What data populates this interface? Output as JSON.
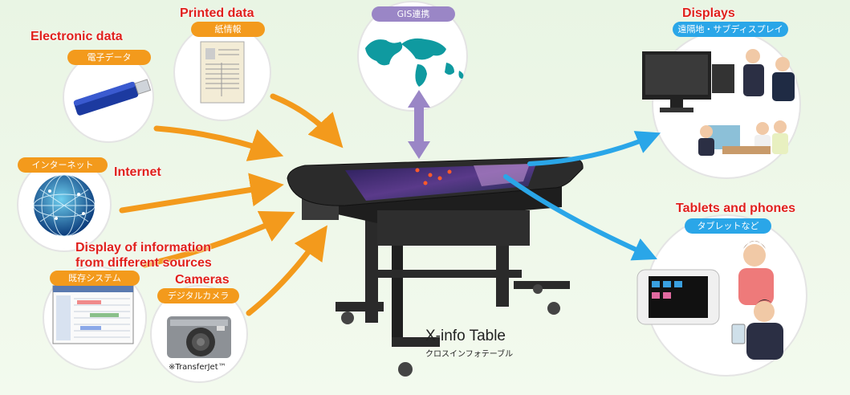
{
  "electronic": {
    "title": "Electronic data",
    "tag": "電子データ"
  },
  "printed": {
    "title": "Printed data",
    "tag": "紙情報"
  },
  "gis": {
    "tag": "GIS連携"
  },
  "internet": {
    "title": "Internet",
    "tag": "インターネット"
  },
  "display_info": {
    "line1": "Display of information",
    "line2": "from different sources"
  },
  "existing": {
    "tag": "既存システム"
  },
  "cameras": {
    "title": "Cameras",
    "tag": "デジタルカメラ",
    "note": "※TransferJet™"
  },
  "displays": {
    "title": "Displays",
    "tag": "遠隔地・サブディスプレイ"
  },
  "tablets": {
    "title": "Tablets and phones",
    "tag": "タブレットなど"
  },
  "table": {
    "title": "X-info Table",
    "subtitle": "クロスインフォテーブル"
  },
  "colors": {
    "orange": "#f39a1c",
    "blue": "#2aa6e8",
    "purple": "#9a86c6",
    "red_label": "#e0201c"
  }
}
